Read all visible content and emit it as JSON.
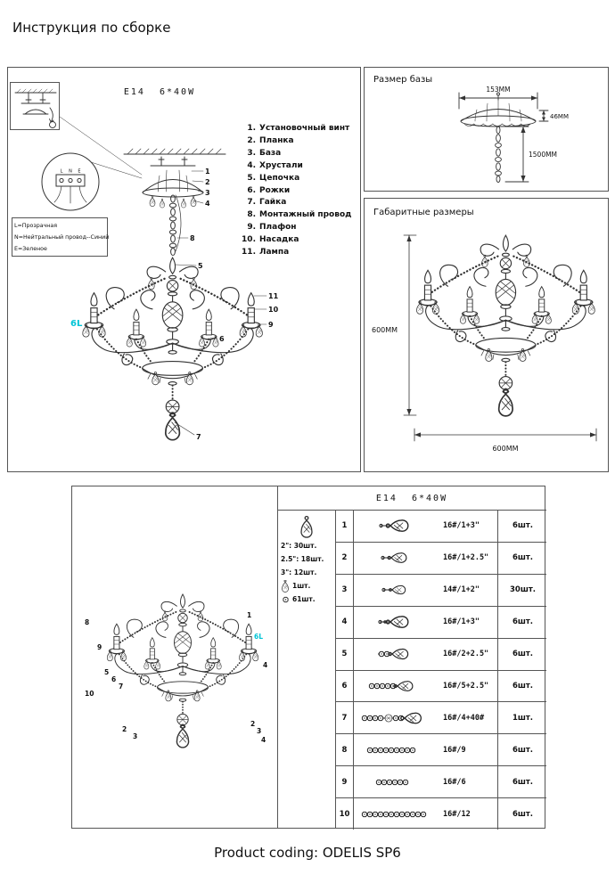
{
  "page": {
    "title": "Инструкция по сборке",
    "footer": "Product coding: ODELIS SP6"
  },
  "main_panel": {
    "spec": "E14  6*40W",
    "parts": [
      {
        "num": "1.",
        "label": "Установочный винт"
      },
      {
        "num": "2.",
        "label": "Планка"
      },
      {
        "num": "3.",
        "label": "База"
      },
      {
        "num": "4.",
        "label": "Хрустали"
      },
      {
        "num": "5.",
        "label": "Цепочка"
      },
      {
        "num": "6.",
        "label": "Рожки"
      },
      {
        "num": "7.",
        "label": "Гайка"
      },
      {
        "num": "8.",
        "label": "Монтажный провод"
      },
      {
        "num": "9.",
        "label": "Плафон"
      },
      {
        "num": "10.",
        "label": "Насадка"
      },
      {
        "num": "11.",
        "label": "Лампа"
      }
    ],
    "wire_box": {
      "line1": "L=Прозрачная",
      "line2": "N=Нейтральный провод--Синий",
      "line3": "E=Зеленое"
    },
    "lamp_label": "6L",
    "terminal_letters": {
      "l": "L",
      "n": "N",
      "e": "E"
    },
    "callouts": {
      "c1": "1",
      "c2": "2",
      "c3": "3",
      "c4": "4",
      "c5": "5",
      "c6": "6",
      "c7": "7",
      "c8": "8",
      "c9": "9",
      "c10": "10",
      "c11": "11"
    }
  },
  "base_panel": {
    "title": "Размер базы",
    "dim_width": "153MM",
    "dim_height": "46MM",
    "dim_chain": "1500MM"
  },
  "size_panel": {
    "title": "Габаритные размеры",
    "dim_height": "600MM",
    "dim_width": "600MM"
  },
  "table_panel": {
    "spec": "E14  6*40W",
    "legend": [
      {
        "text": "2\": 30шт."
      },
      {
        "text": "2.5\": 18шт."
      },
      {
        "text": "3\": 12шт."
      },
      {
        "text": "1шт."
      },
      {
        "text": "61шт."
      }
    ],
    "rows": [
      {
        "num": "1",
        "code": "16#/1+3\"",
        "qty": "6шт."
      },
      {
        "num": "2",
        "code": "16#/1+2.5\"",
        "qty": "6шт."
      },
      {
        "num": "3",
        "code": "14#/1+2\"",
        "qty": "30шт."
      },
      {
        "num": "4",
        "code": "16#/1+3\"",
        "qty": "6шт."
      },
      {
        "num": "5",
        "code": "16#/2+2.5\"",
        "qty": "6шт."
      },
      {
        "num": "6",
        "code": "16#/5+2.5\"",
        "qty": "6шт."
      },
      {
        "num": "7",
        "code": "16#/4+40#",
        "qty": "1шт."
      },
      {
        "num": "8",
        "code": "16#/9",
        "qty": "6шт."
      },
      {
        "num": "9",
        "code": "16#/6",
        "qty": "6шт."
      },
      {
        "num": "10",
        "code": "16#/12",
        "qty": "6шт."
      }
    ],
    "callouts": [
      {
        "label": "8"
      },
      {
        "label": "9"
      },
      {
        "label": "5"
      },
      {
        "label": "6"
      },
      {
        "label": "7"
      },
      {
        "label": "10"
      },
      {
        "label": "2"
      },
      {
        "label": "3"
      },
      {
        "label": "1"
      },
      {
        "label": "6L"
      },
      {
        "label": "4"
      },
      {
        "label": "2"
      },
      {
        "label": "3"
      },
      {
        "label": "4"
      }
    ]
  }
}
